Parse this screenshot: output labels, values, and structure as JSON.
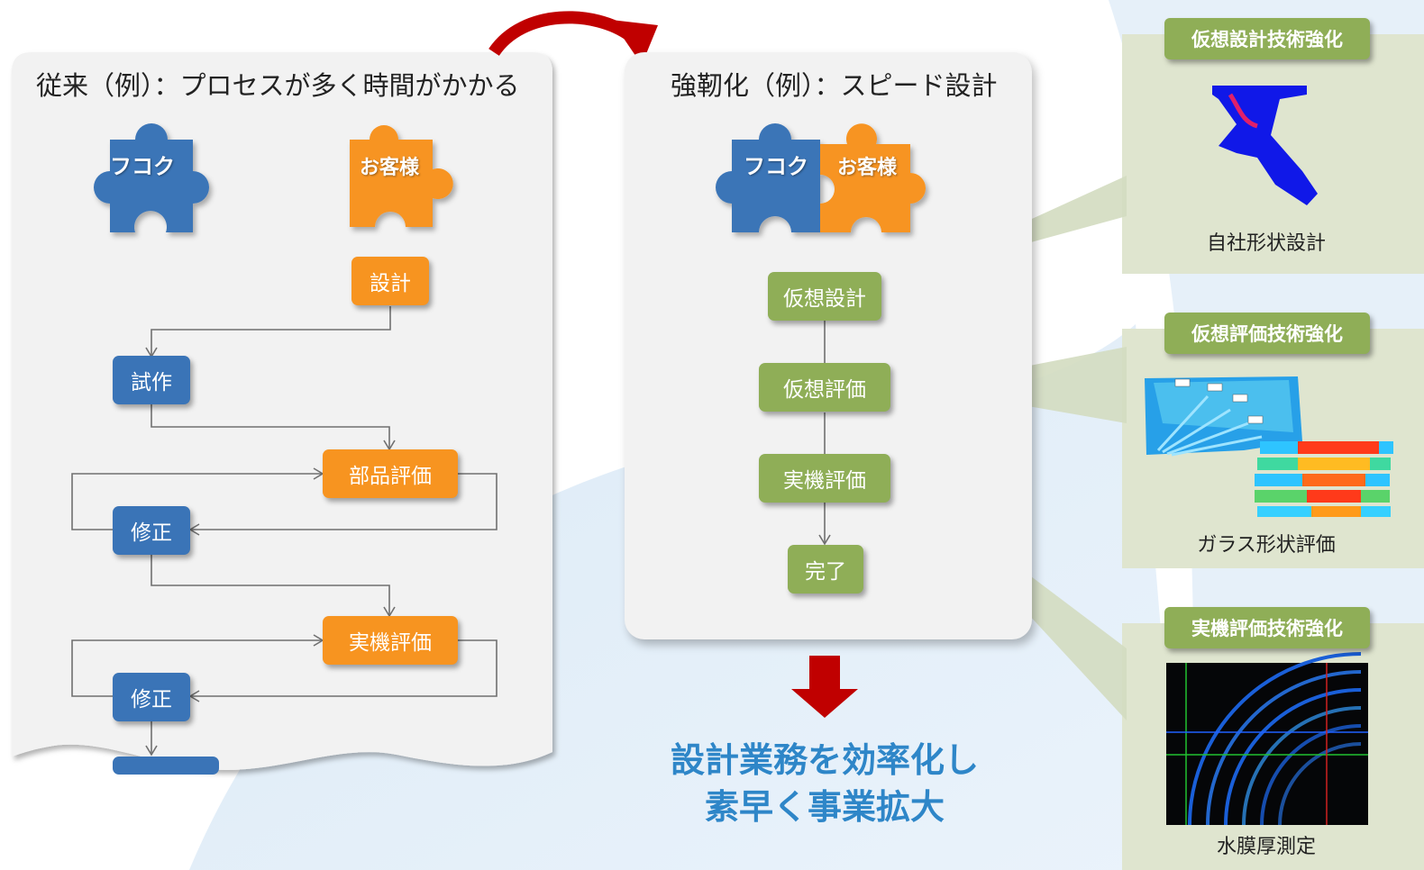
{
  "left_panel": {
    "title": "従来（例）：プロセスが多く時間がかかる",
    "puzzle_fukoku": "フコク",
    "puzzle_customer": "お客様",
    "steps": {
      "design": "設計",
      "prototype": "試作",
      "parts_eval": "部品評価",
      "fix1": "修正",
      "real_eval": "実機評価",
      "fix2": "修正"
    }
  },
  "right_panel": {
    "title": "強靭化（例）：スピード設計",
    "puzzle_fukoku": "フコク",
    "puzzle_customer": "お客様",
    "steps": {
      "virtual_design": "仮想設計",
      "virtual_eval": "仮想評価",
      "real_eval": "実機評価",
      "done": "完了"
    }
  },
  "result": {
    "line1": "設計業務を効率化し",
    "line2": "素早く事業拡大"
  },
  "side": {
    "card1": {
      "tag": "仮想設計技術強化",
      "caption": "自社形状設計"
    },
    "card2": {
      "tag": "仮想評価技術強化",
      "caption": "ガラス形状評価"
    },
    "card3": {
      "tag": "実機評価技術強化",
      "caption": "水膜厚測定"
    }
  },
  "colors": {
    "orange": "#f79420",
    "blue": "#3a74b7",
    "green": "#8fae57",
    "red_arrow": "#c00000",
    "result_text": "#2e86c8",
    "side_card": "#dfe5cf"
  }
}
